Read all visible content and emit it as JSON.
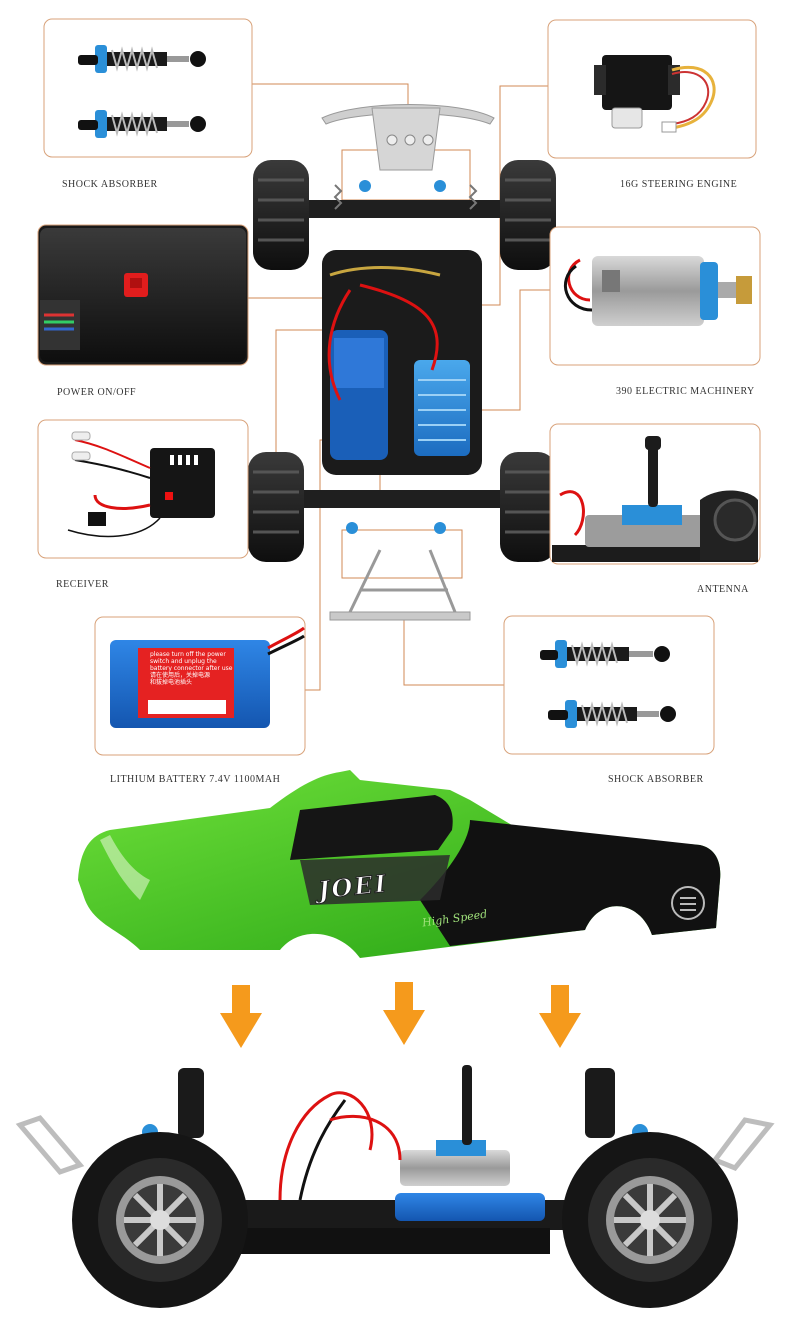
{
  "labels": {
    "shock_top": "SHOCK ABSORBER",
    "steering": "16G STEERING ENGINE",
    "power": "POWER ON/OFF",
    "motor": "390 ELECTRIC MACHINERY",
    "receiver": "RECEIVER",
    "antenna": "ANTENNA",
    "battery": "LITHIUM BATTERY 7.4V 1100MAH",
    "shock_bottom": "SHOCK ABSORBER"
  },
  "battery_sticker": {
    "line1": "please turn off the power",
    "line2": "switch and unplug the",
    "line3": "battery connector after use",
    "line4": "请在使用后，关掉电源",
    "line5": "和拔掉电池插头"
  },
  "body_shell": {
    "brand": "JOEI",
    "tag": "High Speed"
  },
  "colors": {
    "frame_border": "#d8a27a",
    "leader_line": "#d08a55",
    "arrow": "#f59a1c",
    "body_green": "#3cc21a",
    "battery_blue": "#1e6fd0",
    "anodized_blue": "#2a8fd8"
  }
}
